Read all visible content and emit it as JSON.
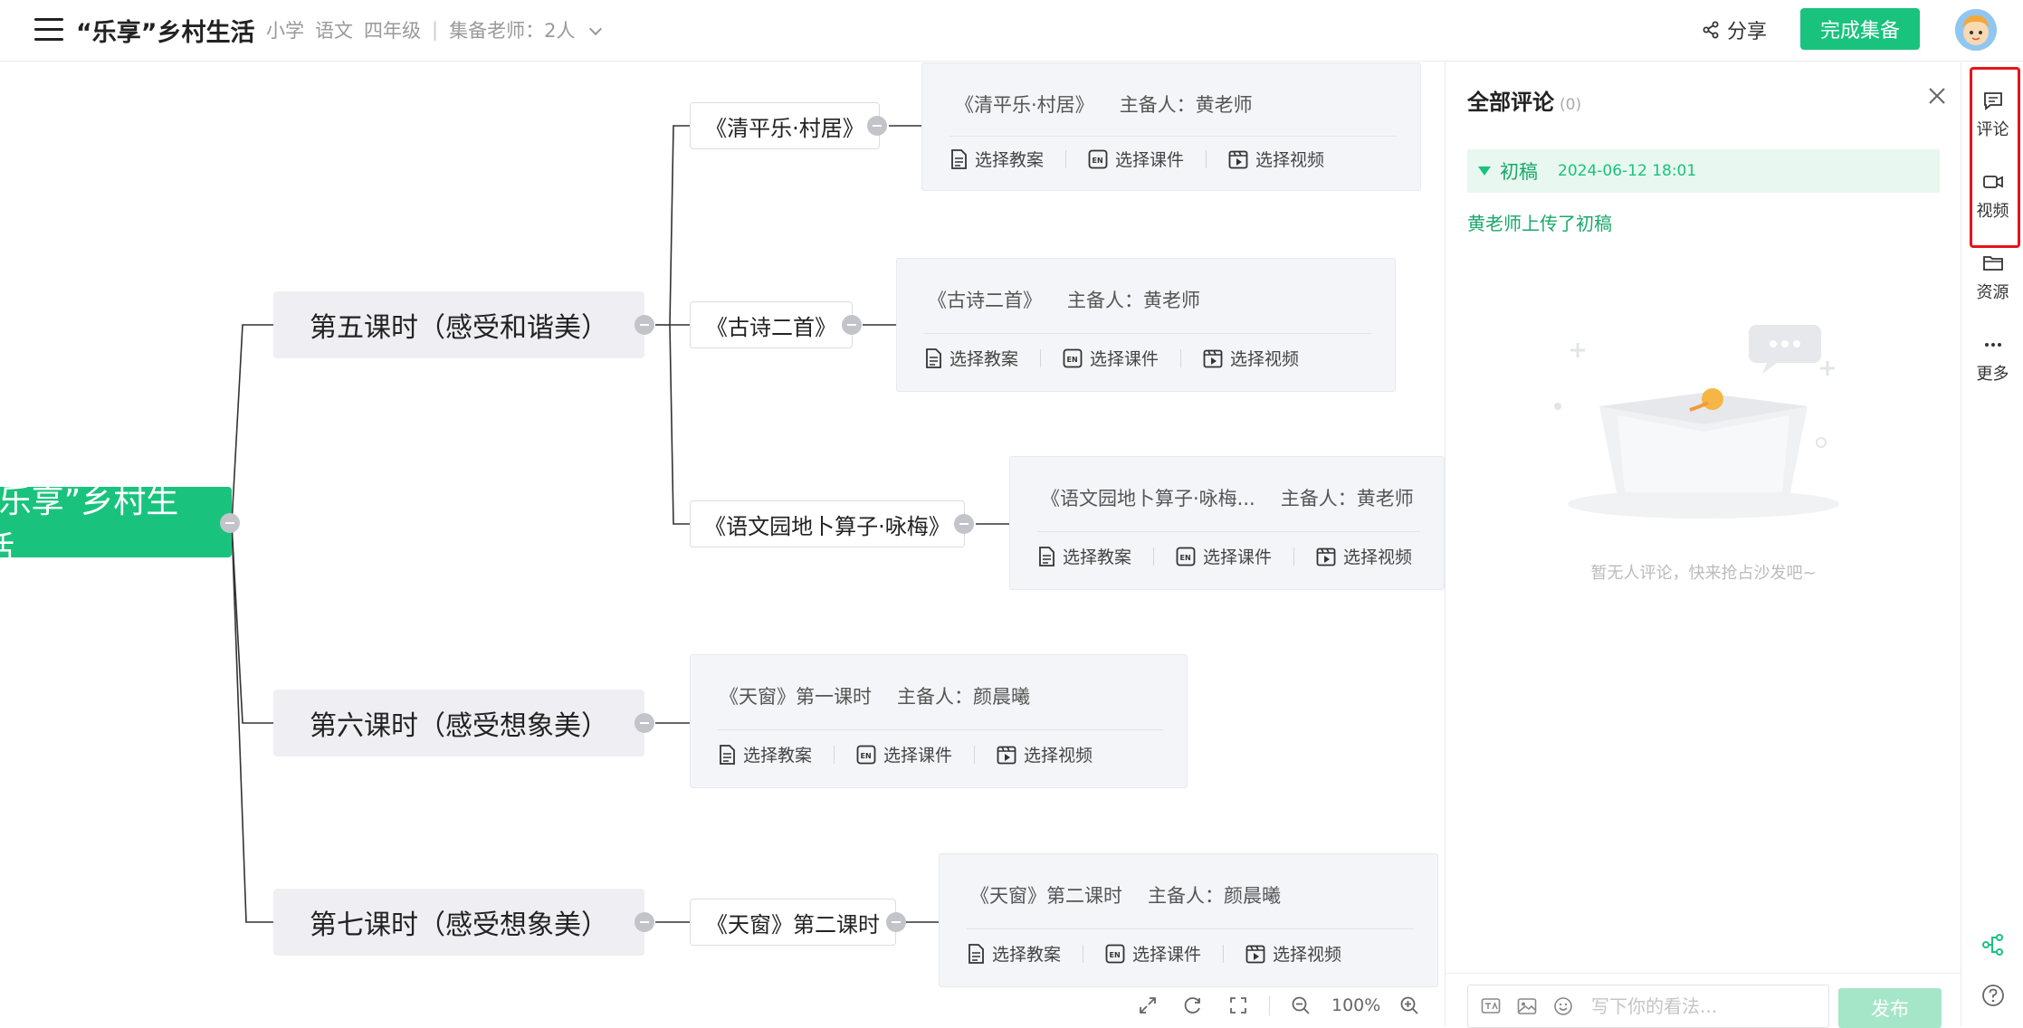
{
  "header": {
    "title": "“乐享”乡村生活",
    "meta": [
      "小学",
      "语文",
      "四年级"
    ],
    "teachers": "集备老师：2人",
    "share_label": "分享",
    "finish_label": "完成集备"
  },
  "mindmap": {
    "root": "“乐享”乡村生活",
    "lessons": [
      "第五课时（感受和谐美）",
      "第六课时（感受想象美）",
      "第七课时（感受想象美）"
    ],
    "topics": [
      "《清平乐·村居》",
      "《古诗二首》",
      "《语文园地卜算子·咏梅》",
      "《天窗》第二课时"
    ],
    "cards": [
      {
        "title": "《清平乐·村居》",
        "owner": "主备人：黄老师"
      },
      {
        "title": "《古诗二首》",
        "owner": "主备人：黄老师"
      },
      {
        "title": "《语文园地卜算子·咏梅...",
        "owner": "主备人：黄老师"
      },
      {
        "title": "《天窗》第一课时",
        "owner": "主备人：颜晨曦"
      },
      {
        "title": "《天窗》第二课时",
        "owner": "主备人：颜晨曦"
      }
    ],
    "actions": {
      "plan": "选择教案",
      "courseware": "选择课件",
      "video": "选择视频"
    },
    "zoom": "100%"
  },
  "comments": {
    "title": "全部评论",
    "count": "(0)",
    "draft_label": "初稿",
    "draft_time": "2024-06-12 18:01",
    "upload_note": "黄老师上传了初稿",
    "empty_text": "暂无人评论，快来抢占沙发吧~",
    "input_placeholder": "写下你的看法...",
    "publish_label": "发布"
  },
  "rail": {
    "items": [
      "评论",
      "视频",
      "资源",
      "更多"
    ]
  },
  "colors": {
    "accent": "#19c37d",
    "highlight": "#e5151b"
  }
}
